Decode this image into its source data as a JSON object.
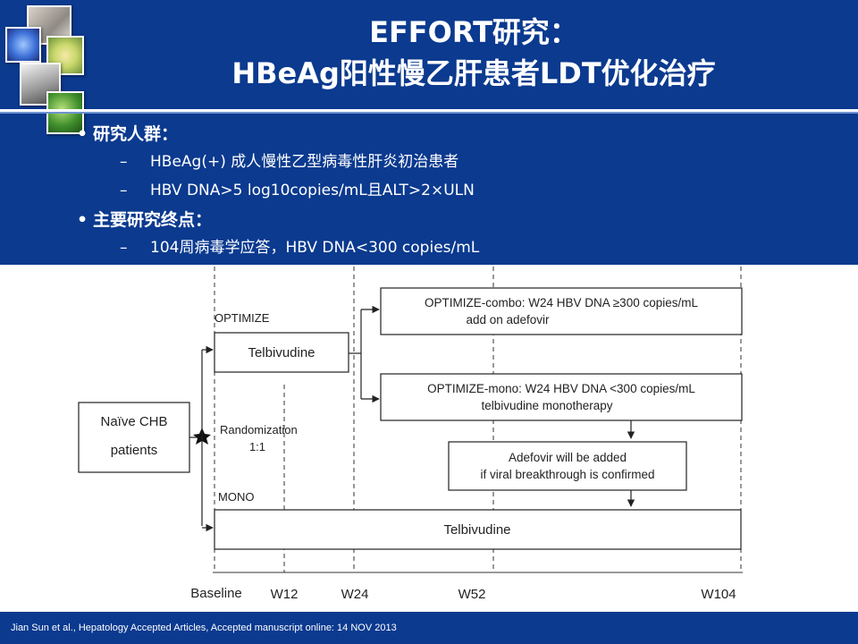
{
  "title": {
    "line1": "EFFORT研究：",
    "line2": "HBeAg阳性慢乙肝患者LDT优化治疗"
  },
  "bullets": {
    "population": {
      "label": "研究人群：",
      "items": [
        "HBeAg(+) 成人慢性乙型病毒性肝炎初治患者",
        "HBV DNA>5 log10copies/mL且ALT>2×ULN"
      ]
    },
    "endpoint": {
      "label": "主要研究终点：",
      "items": [
        "104周病毒学应答，HBV  DNA<300 copies/mL"
      ]
    }
  },
  "diagram": {
    "naive_box": [
      "Naïve CHB",
      "patients"
    ],
    "randomization": [
      "Randomization",
      "1:1"
    ],
    "optimize_label": "OPTIMIZE",
    "mono_label": "MONO",
    "telbivudine_upper": "Telbivudine",
    "combo_box": [
      "OPTIMIZE-combo: W24 HBV DNA ≥300 copies/mL",
      "add on adefovir"
    ],
    "mono_box": [
      "OPTIMIZE-mono: W24 HBV DNA <300 copies/mL",
      "telbivudine monotherapy"
    ],
    "adefovir_box": [
      "Adefovir will be added",
      "if viral breakthrough is confirmed"
    ],
    "telbivudine_lower": "Telbivudine",
    "timeline": [
      "Baseline",
      "W12",
      "W24",
      "W52",
      "W104"
    ]
  },
  "footer": {
    "citation": "Jian Sun et al., Hepatology Accepted Articles, Accepted manuscript online: 14 NOV 2013"
  }
}
